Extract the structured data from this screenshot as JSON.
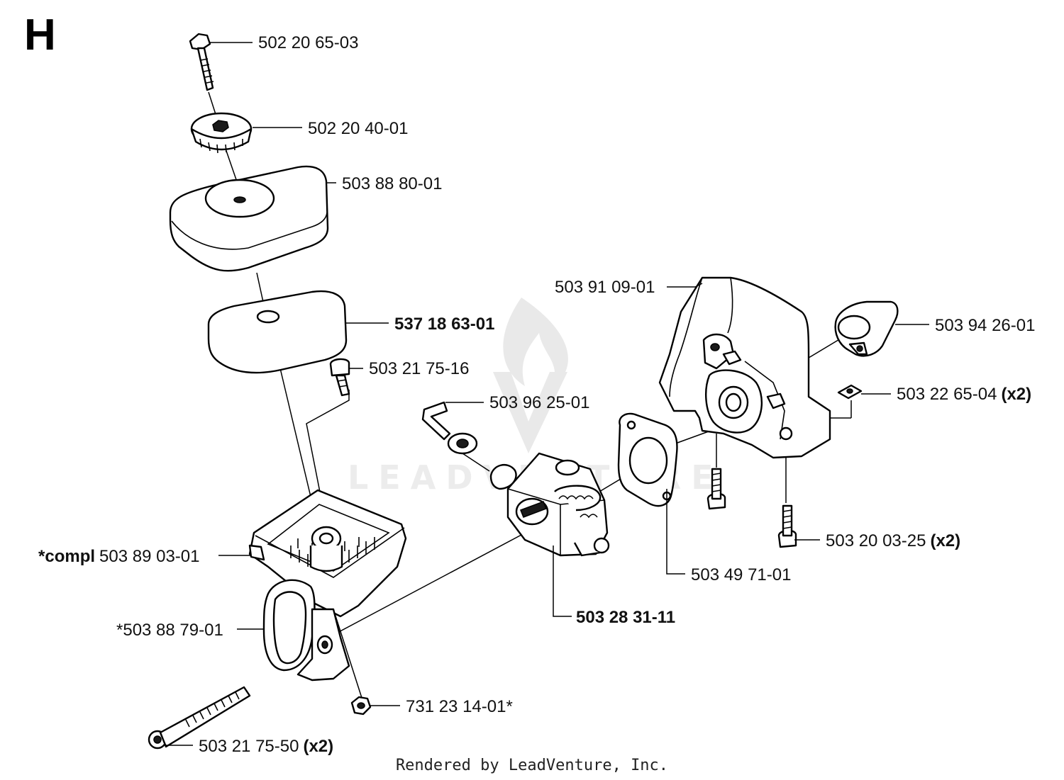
{
  "diagram": {
    "section_letter": "H",
    "footer": "Rendered by LeadVenture, Inc.",
    "watermark": "LEADVENTURE",
    "callouts": [
      {
        "id": "c1",
        "prefix": "",
        "part": "502 20 65-03",
        "suffix": ""
      },
      {
        "id": "c2",
        "prefix": "",
        "part": "502 20 40-01",
        "suffix": ""
      },
      {
        "id": "c3",
        "prefix": "",
        "part": "503 88 80-01",
        "suffix": ""
      },
      {
        "id": "c4",
        "prefix": "",
        "part": "537 18 63-01",
        "suffix": ""
      },
      {
        "id": "c5",
        "prefix": "",
        "part": "503 21 75-16",
        "suffix": ""
      },
      {
        "id": "c6",
        "prefix": "",
        "part": "503 96 25-01",
        "suffix": ""
      },
      {
        "id": "c7",
        "prefix": "",
        "part": "503 91 09-01",
        "suffix": ""
      },
      {
        "id": "c8",
        "prefix": "",
        "part": "503 94 26-01",
        "suffix": ""
      },
      {
        "id": "c9",
        "prefix": "",
        "part": "503 22 65-04",
        "suffix": "(x2)"
      },
      {
        "id": "c10",
        "prefix": "*compl",
        "part": "503 89 03-01",
        "suffix": ""
      },
      {
        "id": "c11",
        "prefix": "",
        "part": "503 20 03-25",
        "suffix": "(x2)"
      },
      {
        "id": "c12",
        "prefix": "",
        "part": "503 49 71-01",
        "suffix": ""
      },
      {
        "id": "c13",
        "prefix": "",
        "part": "503 28 31-11",
        "suffix": ""
      },
      {
        "id": "c14",
        "prefix": "",
        "part": "*503 88 79-01",
        "suffix": ""
      },
      {
        "id": "c15",
        "prefix": "",
        "part": "731 23 14-01*",
        "suffix": ""
      },
      {
        "id": "c16",
        "prefix": "",
        "part": "503 21 75-50",
        "suffix": "(x2)"
      }
    ]
  },
  "colors": {
    "line": "#000000",
    "watermark": "#e9e9e9",
    "background": "#ffffff"
  }
}
